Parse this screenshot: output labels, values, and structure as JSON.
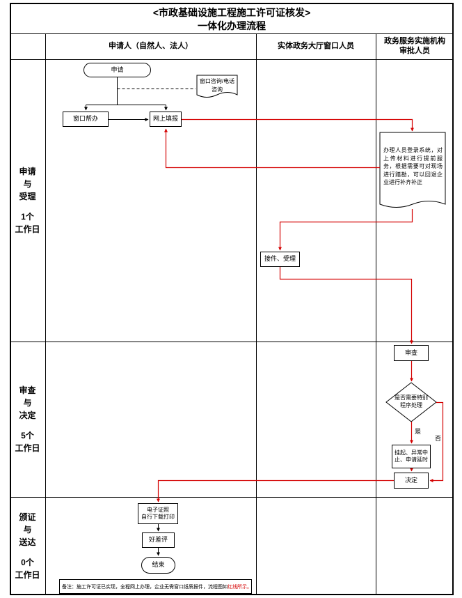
{
  "title": {
    "line1": "<市政基础设施工程施工许可证核发>",
    "line2": "一体化办理流程"
  },
  "columns": [
    {
      "label": "申请人（自然人、法人）"
    },
    {
      "label": "实体政务大厅窗口人员"
    },
    {
      "label": "政务服务实施机构\n审批人员"
    }
  ],
  "stages": [
    {
      "label": "申请\n与\n受理",
      "duration": "1个\n工作日"
    },
    {
      "label": "审查\n与\n决定",
      "duration": "5个\n工作日"
    },
    {
      "label": "颁证\n与\n送达",
      "duration": "0个\n工作日"
    }
  ],
  "nodes": {
    "start": "申请",
    "consult": "窗口咨询/电话\n咨询",
    "window_help": "窗口帮办",
    "online_fill": "网上填报",
    "preservice": "办理人员登录系统，对上传材料进行提前服务，根据需要可对现场进行踏勘，可以回退企业进行补齐补正",
    "accept": "接件、受理",
    "review": "审查",
    "special_check": "是否需要特别\n程序处理",
    "suspend": "挂起、异常中止、申请延时",
    "decide": "决定",
    "e_cert": "电子证照\n自行下载打印",
    "rating": "好差评",
    "end": "结束"
  },
  "labels": {
    "yes": "是",
    "no": "否"
  },
  "note": {
    "prefix": "备注：施工许可证已实现，全程网上办理，企业无需窗口纸质报件，流程图如",
    "highlight": "红线所示。"
  },
  "colors": {
    "flow_line": "#d40000",
    "line": "#000000"
  }
}
